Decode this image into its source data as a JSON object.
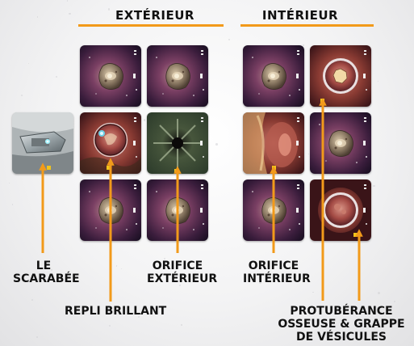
{
  "headings": {
    "exterior": "EXTÉRIEUR",
    "interior": "INTÉRIEUR"
  },
  "labels": {
    "scarab": [
      "LE",
      "SCARABÉE"
    ],
    "shiny_fold": "REPLI BRILLANT",
    "exterior_orifice": [
      "ORIFICE",
      "EXTÉRIEUR"
    ],
    "interior_orifice": [
      "ORIFICE",
      "INTÉRIEUR"
    ],
    "bony_protuberance": [
      "PROTUBÉRANCE",
      "OSSEUSE & GRAPPE",
      "DE VÉSICULES"
    ]
  },
  "colors": {
    "accent": "#f29a1a",
    "label_text": "#111111",
    "nebula_purple": "#5a2c4e",
    "flesh_red": "#8a3b33"
  },
  "tiles": {
    "scarab": {
      "type": "scarab",
      "icon": "scarab-ship-icon"
    },
    "exterior": [
      {
        "type": "asteroid"
      },
      {
        "type": "asteroid"
      },
      {
        "type": "shiny-fold",
        "marker": "yellow"
      },
      {
        "type": "orifice-exterior",
        "marker": "yellow"
      },
      {
        "type": "asteroid"
      },
      {
        "type": "asteroid"
      }
    ],
    "interior": [
      {
        "type": "asteroid"
      },
      {
        "type": "protuberance",
        "marker": "yellow"
      },
      {
        "type": "orifice-interior",
        "marker": "yellow"
      },
      {
        "type": "asteroid"
      },
      {
        "type": "asteroid"
      },
      {
        "type": "protuberance",
        "marker": "yellow"
      }
    ]
  }
}
